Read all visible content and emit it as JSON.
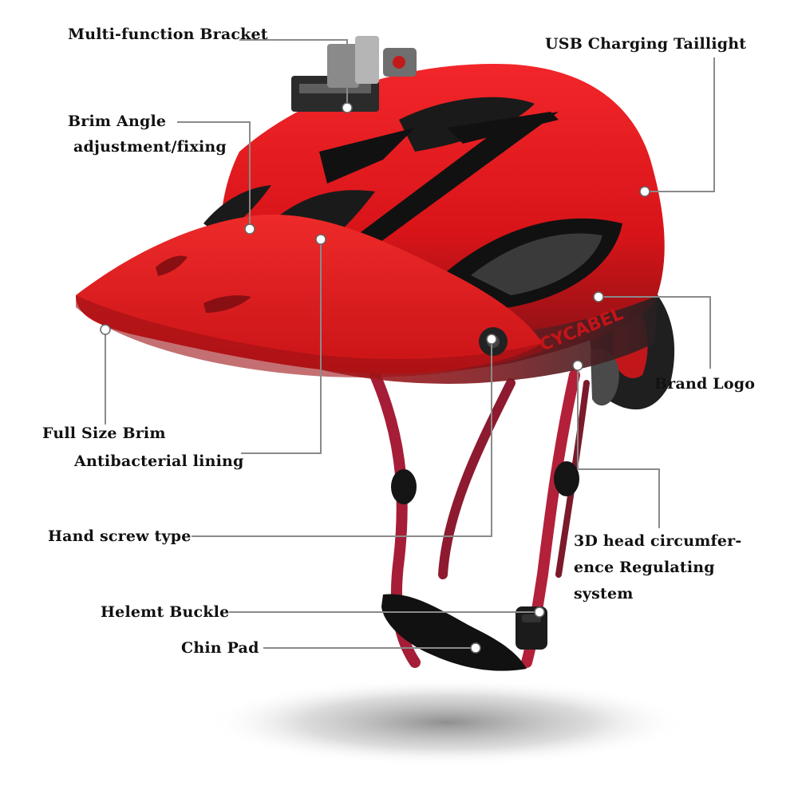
{
  "product": {
    "brand_logo_text": "CYCABEL"
  },
  "callouts": {
    "multi_function_bracket": "Multi-function Bracket",
    "usb_charging_taillight": "USB Charging Taillight",
    "brim_angle": [
      "Brim Angle",
      "adjustment/fixing"
    ],
    "brand_logo": "Brand Logo",
    "full_size_brim": "Full Size Brim",
    "antibacterial_lining": "Antibacterial lining",
    "hand_screw_type": "Hand screw type",
    "head_circumference": [
      "3D head circumfer-",
      "ence Regulating",
      "system"
    ],
    "helmet_buckle": "Helemt Buckle",
    "chin_pad": "Chin Pad"
  },
  "colors": {
    "helmet_red": "#e0161a",
    "helmet_dark": "#1a1a1a",
    "strap_red": "#b3203a",
    "leader_line": "#8a8a8a",
    "dot": "#ffffff"
  }
}
